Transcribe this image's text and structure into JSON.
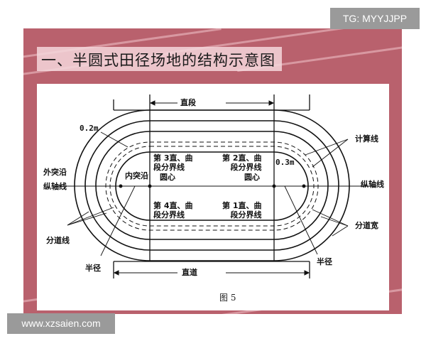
{
  "watermarks": {
    "top_right": "TG: MYYJJPP",
    "bottom_left": "www.xzsaien.com"
  },
  "slide": {
    "title": "一、半圆式田径场地的结构示意图",
    "background_color": "#b9616d"
  },
  "diagram": {
    "figure_caption": "图 5",
    "labels": {
      "straight_segment": "直段",
      "straight_track": "直道",
      "offset_02": "0.2m",
      "offset_03": "0.3m",
      "outer_curb": "外突沿",
      "inner_curb": "内突沿",
      "longitudinal_axis_left": "纵轴线",
      "longitudinal_axis_right": "纵轴线",
      "lane_lines": "分道线",
      "lane_width": "分道宽",
      "measuring_line": "计算线",
      "radius_left": "半径",
      "radius_right": "半径",
      "boundary_3": "第 3直、曲\n段分界线",
      "boundary_2": "第 2直、曲\n段分界线",
      "boundary_4": "第 4直、曲\n段分界线",
      "boundary_1": "第 1直、曲\n段分界线",
      "center_left": "圆心",
      "center_right": "圆心"
    }
  }
}
